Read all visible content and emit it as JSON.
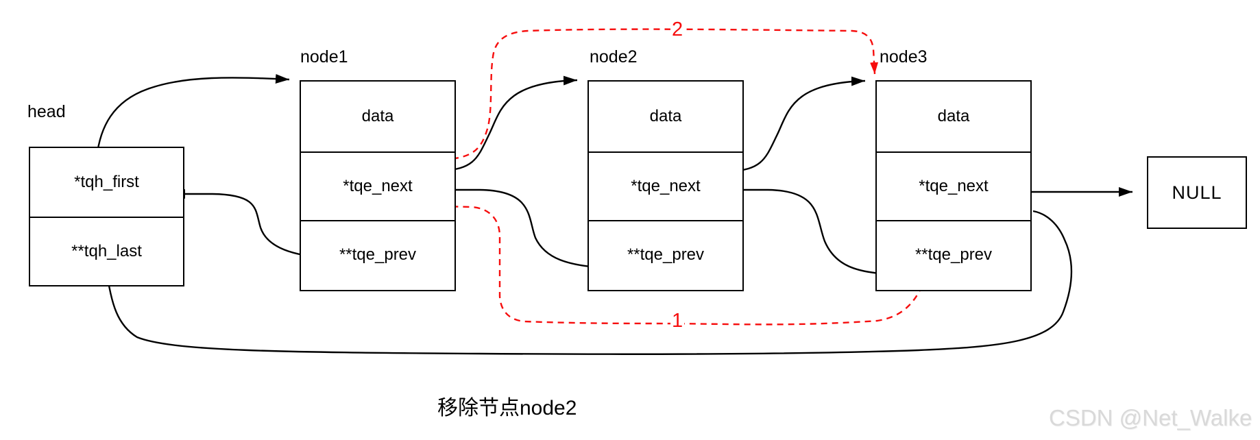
{
  "diagram": {
    "head": {
      "label": "head",
      "fields": [
        "*tqh_first",
        "**tqh_last"
      ]
    },
    "nodes": [
      {
        "label": "node1",
        "fields": [
          "data",
          "*tqe_next",
          "**tqe_prev"
        ]
      },
      {
        "label": "node2",
        "fields": [
          "data",
          "*tqe_next",
          "**tqe_prev"
        ]
      },
      {
        "label": "node3",
        "fields": [
          "data",
          "*tqe_next",
          "**tqe_prev"
        ]
      }
    ],
    "null_box": "NULL",
    "step1_label": "1",
    "step2_label": "2",
    "caption": "移除节点node2",
    "watermark": "CSDN @Net_Walke",
    "colors": {
      "line": "#000000",
      "highlight": "#f60d0d",
      "watermark": "#d9d9d9"
    }
  }
}
